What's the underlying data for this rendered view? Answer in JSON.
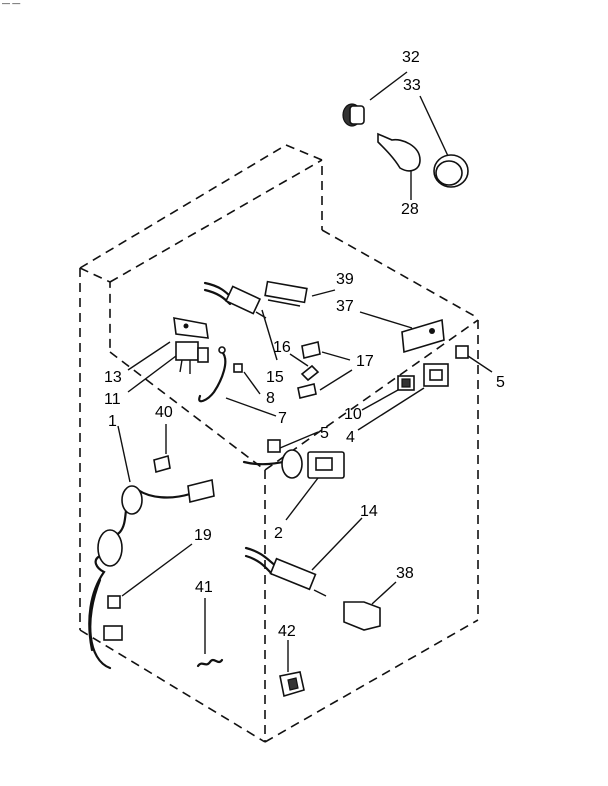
{
  "header_mark": "—  — ",
  "callouts": [
    {
      "key": "c32",
      "text": "32"
    },
    {
      "key": "c33",
      "text": "33"
    },
    {
      "key": "c28",
      "text": "28"
    },
    {
      "key": "c39",
      "text": "39"
    },
    {
      "key": "c37",
      "text": "37"
    },
    {
      "key": "c16",
      "text": "16"
    },
    {
      "key": "c17",
      "text": "17"
    },
    {
      "key": "c13",
      "text": "13"
    },
    {
      "key": "c15",
      "text": "15"
    },
    {
      "key": "c11",
      "text": "11"
    },
    {
      "key": "c8",
      "text": "8"
    },
    {
      "key": "c5a",
      "text": "5"
    },
    {
      "key": "c40",
      "text": "40"
    },
    {
      "key": "c7",
      "text": "7"
    },
    {
      "key": "c1",
      "text": "1"
    },
    {
      "key": "c10",
      "text": "10"
    },
    {
      "key": "c4",
      "text": "4"
    },
    {
      "key": "c5b",
      "text": "5"
    },
    {
      "key": "c14",
      "text": "14"
    },
    {
      "key": "c2",
      "text": "2"
    },
    {
      "key": "c19",
      "text": "19"
    },
    {
      "key": "c38",
      "text": "38"
    },
    {
      "key": "c41",
      "text": "41"
    },
    {
      "key": "c42",
      "text": "42"
    }
  ]
}
